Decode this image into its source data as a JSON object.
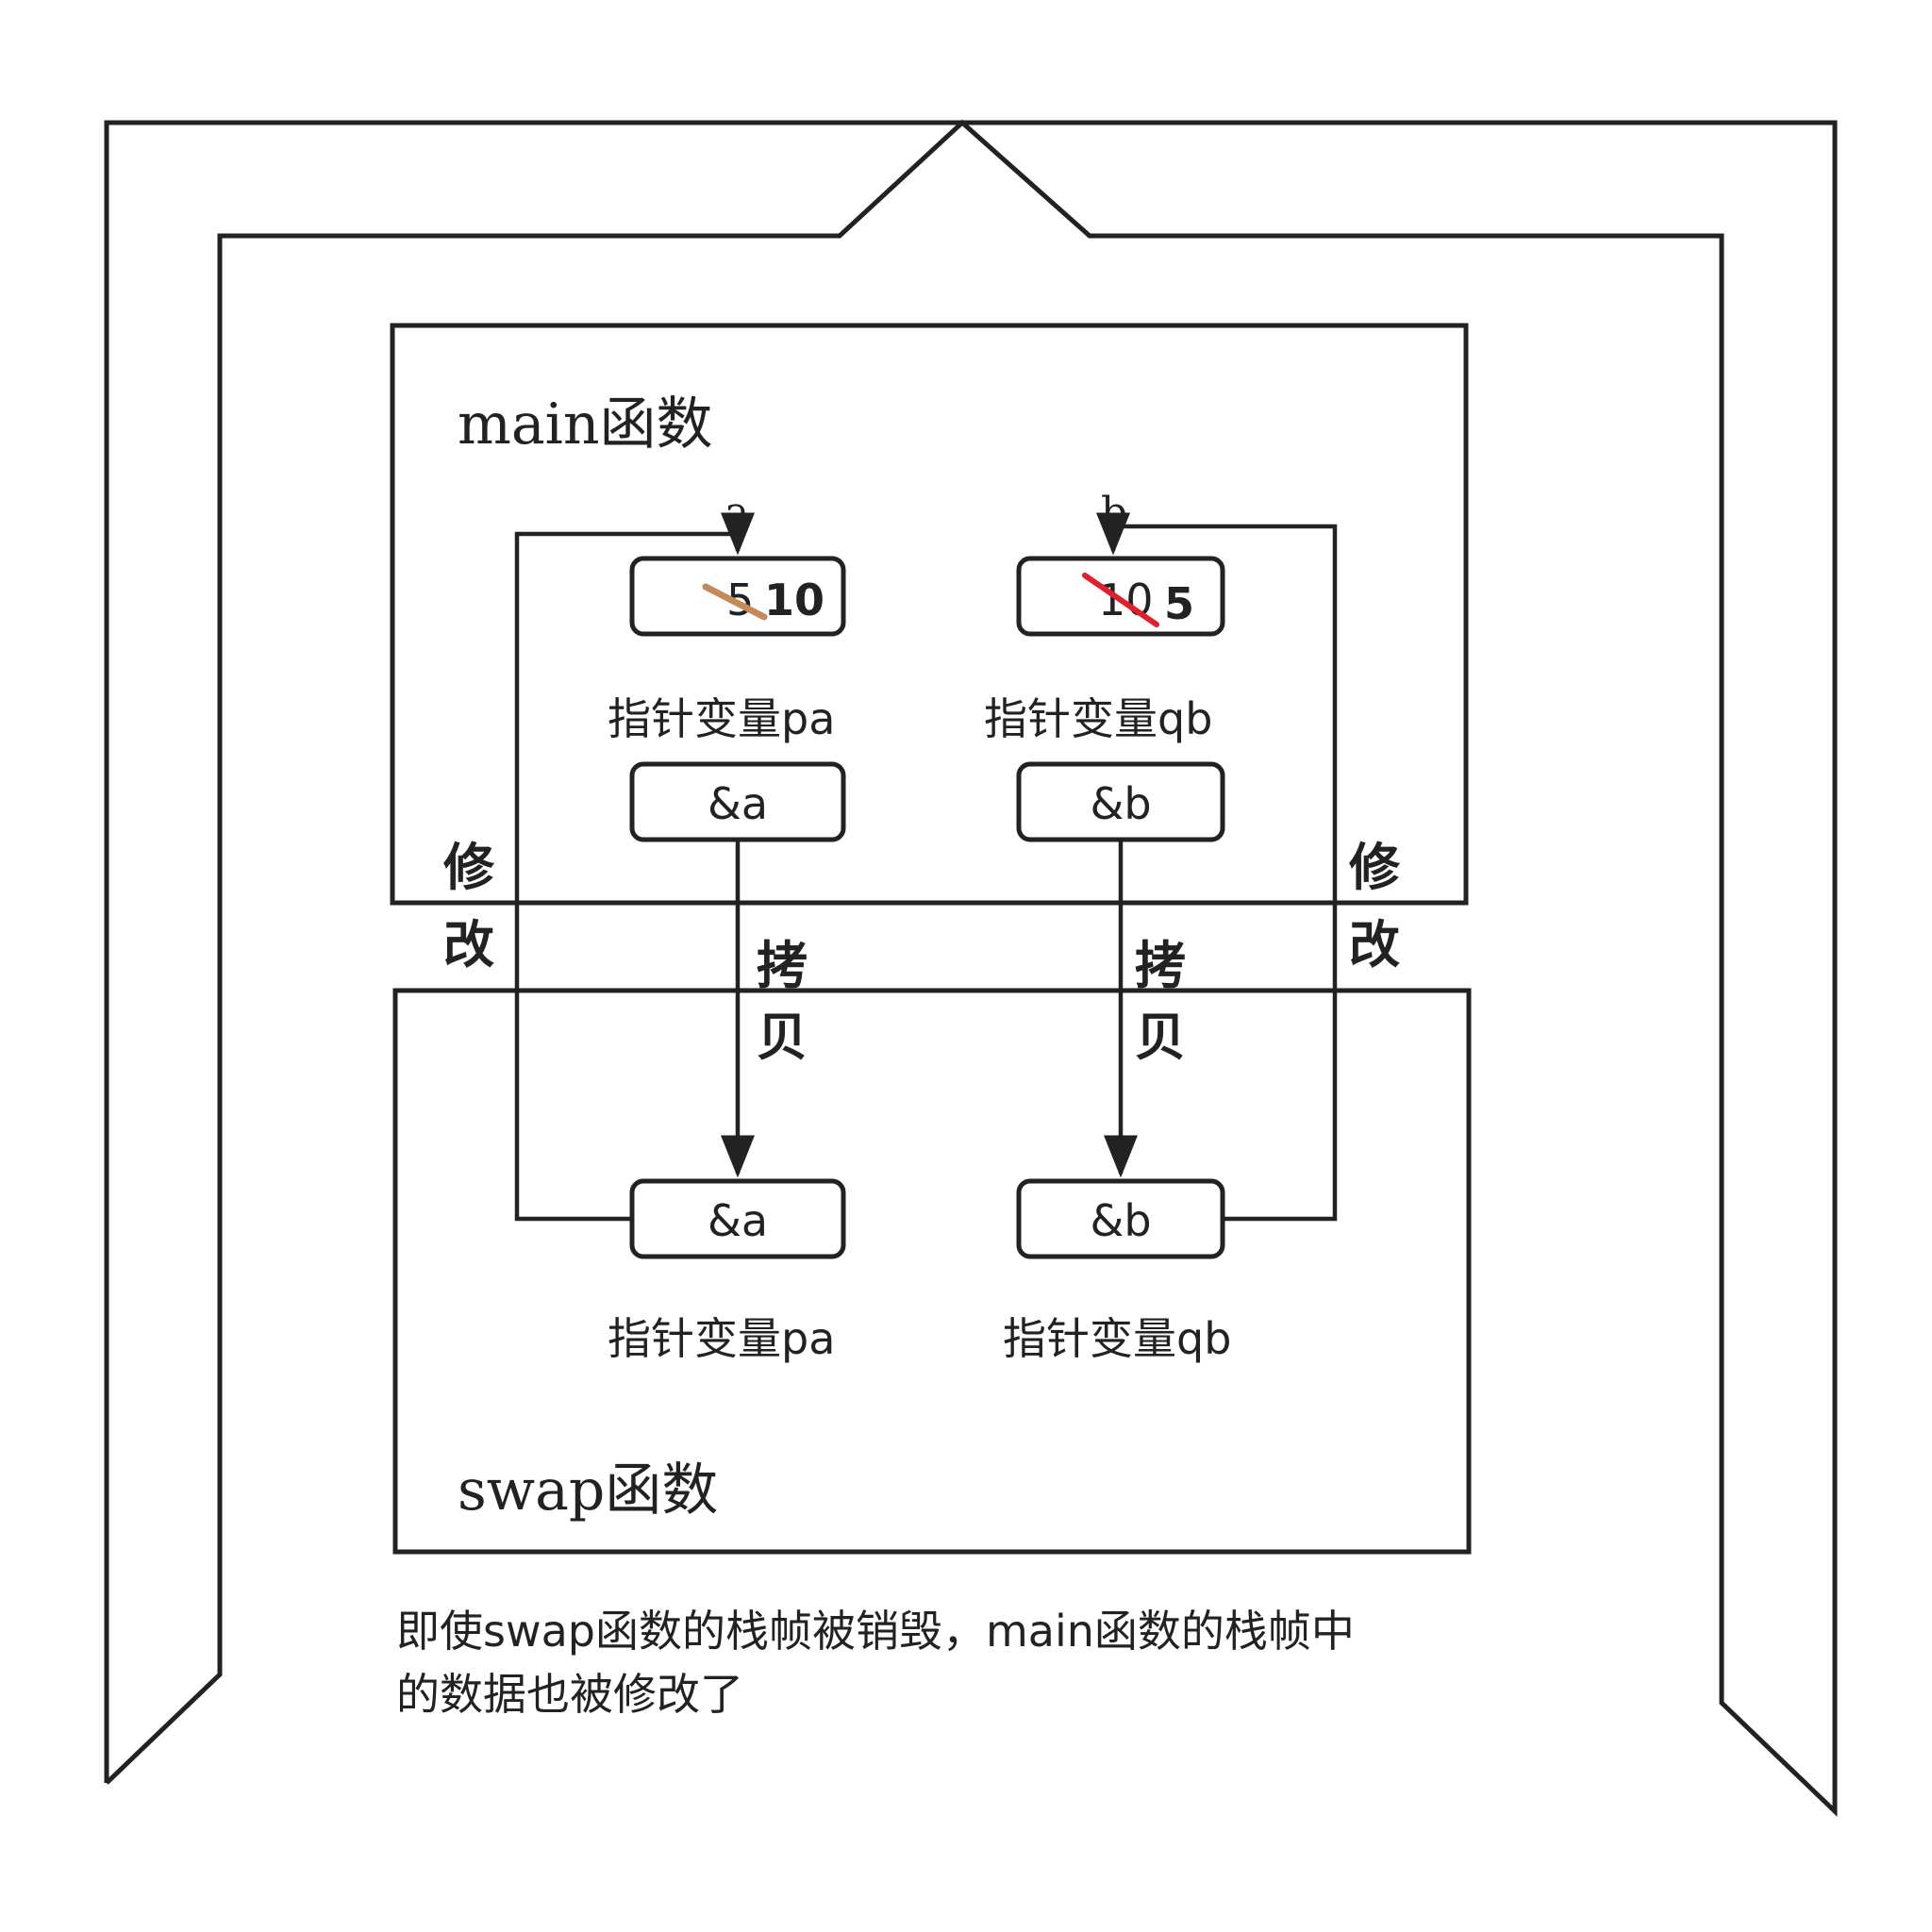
{
  "main_frame": {
    "title": "main函数",
    "var_a": {
      "name": "a",
      "old_value": "5",
      "new_value": "10",
      "strike_color": "#c58a5a"
    },
    "var_b": {
      "name": "b",
      "old_value": "10",
      "new_value": "5",
      "strike_color": "#e0202a"
    },
    "pa": {
      "label": "指针变量pa",
      "value": "&a"
    },
    "qb": {
      "label": "指针变量qb",
      "value": "&b"
    }
  },
  "swap_frame": {
    "title": "swap函数",
    "pa": {
      "label": "指针变量pa",
      "value": "&a"
    },
    "qb": {
      "label": "指针变量qb",
      "value": "&b"
    }
  },
  "edges": {
    "modify_left": [
      "修",
      "改"
    ],
    "modify_right": [
      "修",
      "改"
    ],
    "copy_left": [
      "拷",
      "贝"
    ],
    "copy_right": [
      "拷",
      "贝"
    ]
  },
  "caption": {
    "line1": "即使swap函数的栈帧被销毁，main函数的栈帧中",
    "line2": "的数据也被修改了"
  }
}
